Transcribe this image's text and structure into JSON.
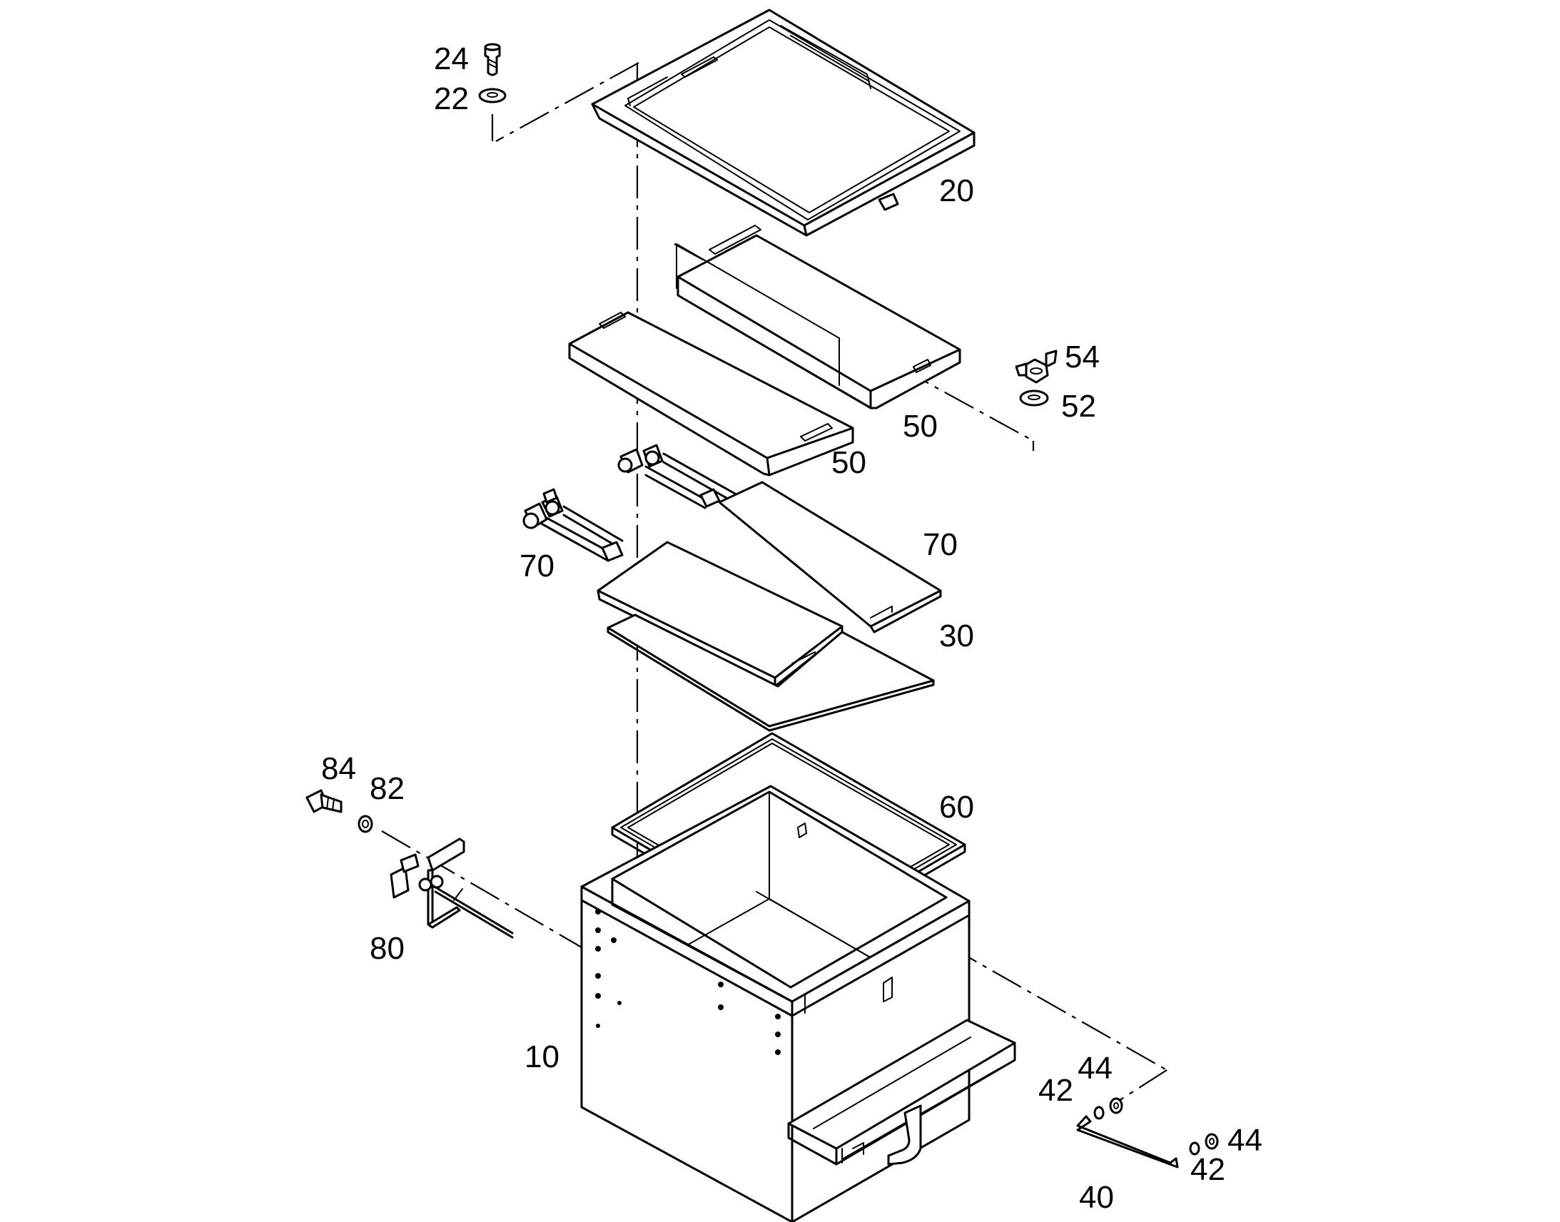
{
  "labels": {
    "p24": "24",
    "p22": "22",
    "p20": "20",
    "p54": "54",
    "p52": "52",
    "p50a": "50",
    "p50b": "50",
    "p70a": "70",
    "p70b": "70",
    "p30": "30",
    "p84": "84",
    "p82": "82",
    "p60": "60",
    "p80": "80",
    "p10": "10",
    "p44a": "44",
    "p42a": "42",
    "p44b": "44",
    "p42b": "42",
    "p40": "40"
  }
}
